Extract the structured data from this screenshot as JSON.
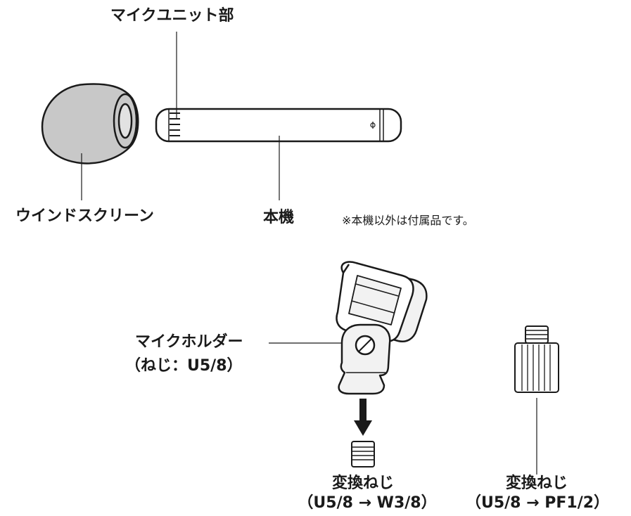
{
  "labels": {
    "mic_unit": "マイクユニット部",
    "windscreen": "ウインドスクリーン",
    "body": "本機",
    "note": "※本機以外は付属品です。",
    "mic_holder_line1": "マイクホルダー",
    "mic_holder_line2": "（ねじ：U5/8）",
    "adapter_w_line1": "変換ねじ",
    "adapter_w_line2": "（U5/8 → W3/8）",
    "adapter_pf_line1": "変換ねじ",
    "adapter_pf_line2": "（U5/8 → PF1/2）"
  },
  "colors": {
    "line": "#1a1a1a",
    "foam_fill": "#c8c8c8",
    "part_fill": "#f2f2f2"
  }
}
